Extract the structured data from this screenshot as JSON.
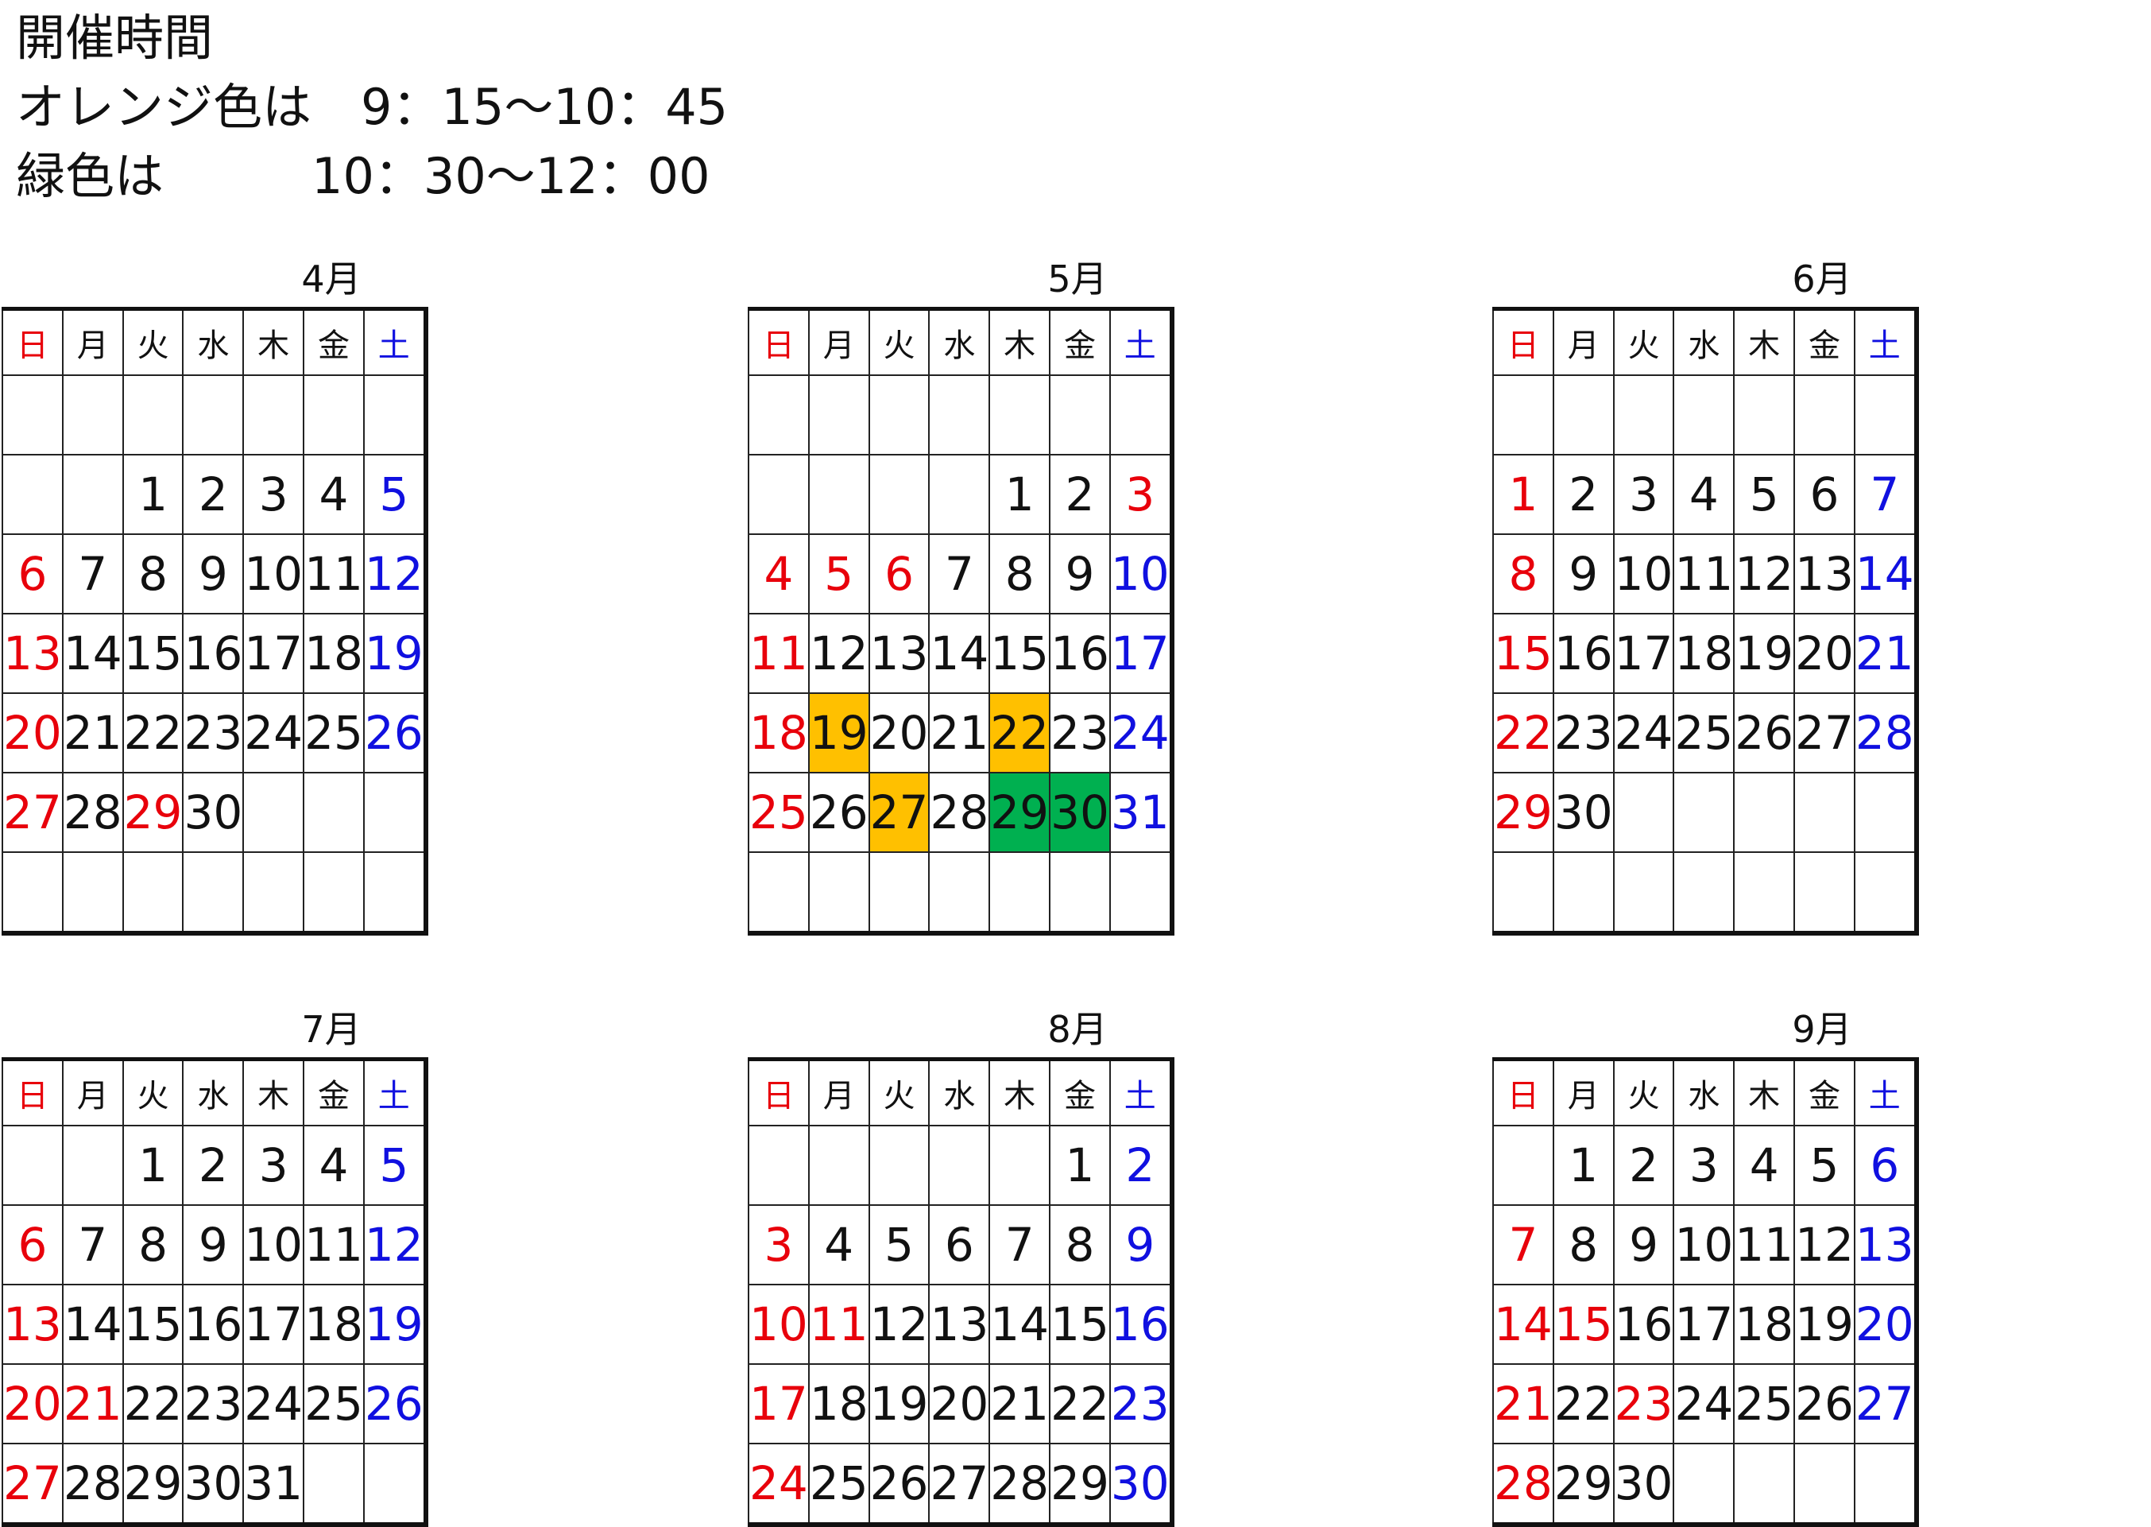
{
  "header": {
    "title": "開催時間",
    "orange_line": "オレンジ色は　9：15～10：45",
    "green_line": "緑色は　　　10：30～12：00"
  },
  "colors": {
    "sunday": "#e8000b",
    "holiday": "#e8000b",
    "saturday": "#1010e0",
    "weekday": "#111111",
    "orange": "#ffc000",
    "green": "#00b050"
  },
  "weekdays": [
    "日",
    "月",
    "火",
    "水",
    "木",
    "金",
    "土"
  ],
  "months": [
    {
      "label": "4月",
      "first_weekday": 2,
      "days": 30,
      "leading_blank_rows": 1,
      "total_rows": 7,
      "holidays": [
        29
      ],
      "orange": [],
      "green": []
    },
    {
      "label": "5月",
      "first_weekday": 4,
      "days": 31,
      "leading_blank_rows": 1,
      "total_rows": 7,
      "holidays": [
        3,
        4,
        5,
        6
      ],
      "orange": [
        19,
        22,
        27
      ],
      "green": [
        29,
        30
      ]
    },
    {
      "label": "6月",
      "first_weekday": 0,
      "days": 30,
      "leading_blank_rows": 1,
      "total_rows": 7,
      "holidays": [],
      "orange": [],
      "green": []
    },
    {
      "label": "7月",
      "first_weekday": 2,
      "days": 31,
      "leading_blank_rows": 0,
      "total_rows": 5,
      "holidays": [
        21
      ],
      "orange": [],
      "green": []
    },
    {
      "label": "8月",
      "first_weekday": 5,
      "days": 31,
      "leading_blank_rows": 0,
      "total_rows": 5,
      "holidays": [
        11
      ],
      "orange": [],
      "green": []
    },
    {
      "label": "9月",
      "first_weekday": 1,
      "days": 30,
      "leading_blank_rows": 0,
      "total_rows": 5,
      "holidays": [
        15,
        23
      ],
      "orange": [],
      "green": []
    }
  ]
}
